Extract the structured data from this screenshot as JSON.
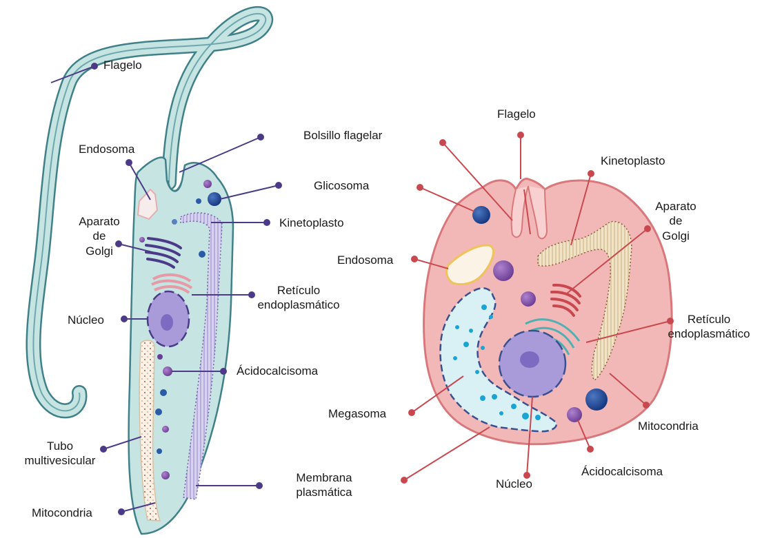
{
  "colors": {
    "left_cell_fill": "#c5e4e2",
    "left_cell_stroke": "#3f8089",
    "left_pointer": "#4b3a87",
    "right_cell_fill": "#f2b8b8",
    "right_cell_stroke": "#d9787c",
    "right_pointer": "#c9484f",
    "nucleus": "#a99ad9",
    "kinetoplast_bands": "#dcc8a2"
  },
  "left_cell": {
    "flagelo": "Flagelo",
    "endosoma": "Endosoma",
    "aparato_golgi": [
      "Aparato",
      "de",
      "Golgi"
    ],
    "nucleo": "Núcleo",
    "tubo_multivesicular": [
      "Tubo",
      "multivesicular"
    ],
    "mitocondria": "Mitocondria",
    "bolsillo_flagelar": "Bolsillo flagelar",
    "glicosoma": "Glicosoma",
    "kinetoplasto": "Kinetoplasto",
    "reticulo": [
      "Retículo",
      "endoplasmático"
    ],
    "acidocalcisoma": "Ácidocalcisoma",
    "membrana": [
      "Membrana",
      "plasmática"
    ]
  },
  "right_cell": {
    "flagelo": "Flagelo",
    "kinetoplasto": "Kinetoplasto",
    "aparato_golgi": [
      "Aparato",
      "de",
      "Golgi"
    ],
    "endosoma": "Endosoma",
    "reticulo": [
      "Retículo",
      "endoplasmático"
    ],
    "megasoma": "Megasoma",
    "mitocondria": "Mitocondria",
    "acidocalcisoma": "Ácidocalcisoma",
    "nucleo": "Núcleo"
  }
}
